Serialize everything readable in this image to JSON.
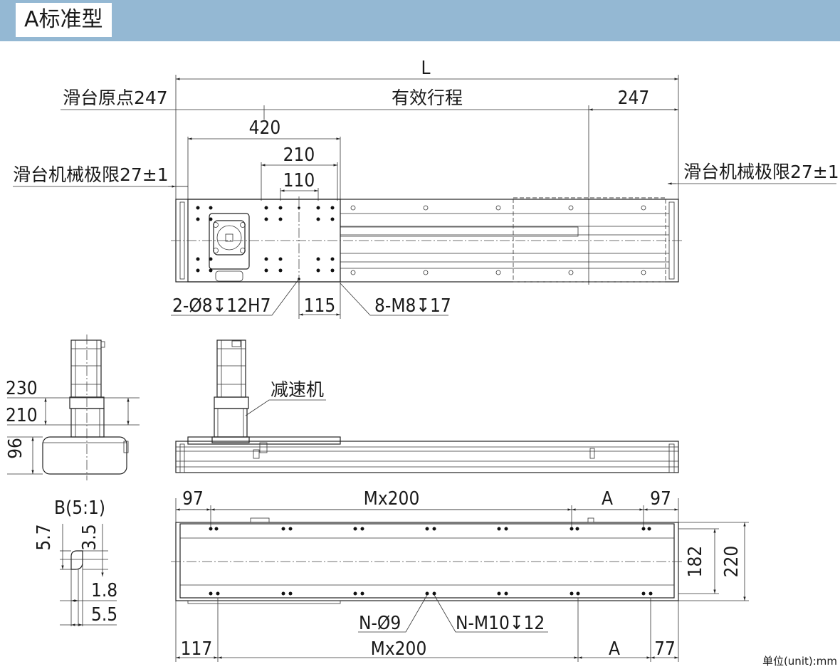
{
  "header": {
    "title": "A标准型"
  },
  "top_view": {
    "overall_length": "L",
    "slide_origin": "滑台原点247",
    "effective_stroke": "有效行程",
    "right_end": "247",
    "dim_420": "420",
    "dim_210": "210",
    "dim_110": "110",
    "left_limit": "滑台机械极限27±1",
    "right_limit": "滑台机械极限27±1",
    "pin_hole_callout": "2-Ø8↧12H7",
    "dim_115": "115",
    "thread_callout": "8-M8↧17"
  },
  "end_view": {
    "dim_230": "230",
    "dim_210": "210",
    "dim_96": "96"
  },
  "side_view": {
    "reducer_label": "减速机"
  },
  "detail_b": {
    "title": "B(5:1)",
    "dim_5_7": "5.7",
    "dim_3_5": "3.5",
    "dim_1_8": "1.8",
    "dim_5_5": "5.5"
  },
  "bottom_view": {
    "top_left": "97",
    "top_pitch": "Mx200",
    "top_a": "A",
    "top_right": "97",
    "height_182": "182",
    "height_220": "220",
    "hole_callout": "N-Ø9",
    "thread_callout": "N-M10↧12",
    "bottom_left": "117",
    "bottom_pitch": "Mx200",
    "bottom_a": "A",
    "bottom_right": "77"
  },
  "footer": {
    "unit_note": "单位(unit):mm"
  }
}
